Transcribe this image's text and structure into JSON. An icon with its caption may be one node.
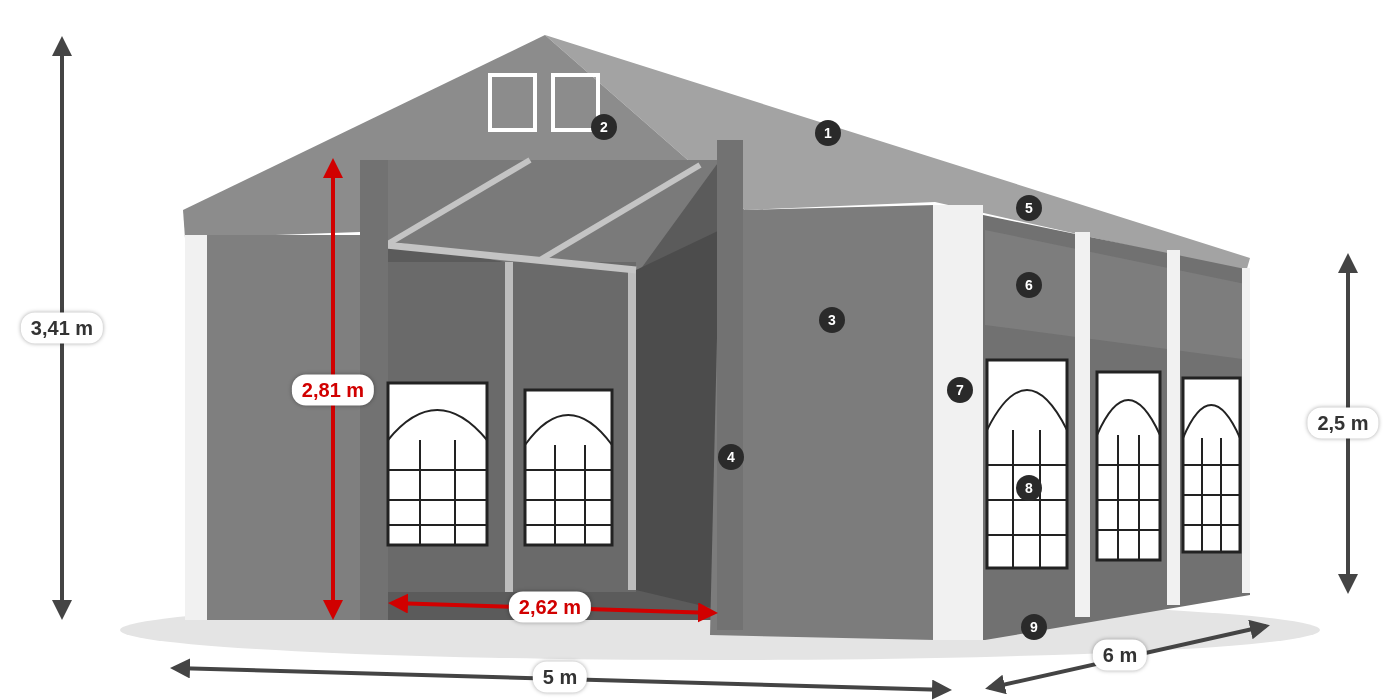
{
  "diagram": {
    "labels": [
      "2",
      "1",
      "5",
      "6",
      "3",
      "3,41 m",
      "2,81 m",
      "7",
      "2,5 m",
      "4",
      "8",
      "2,62 m",
      "9",
      "6 m",
      "5 m"
    ]
  }
}
